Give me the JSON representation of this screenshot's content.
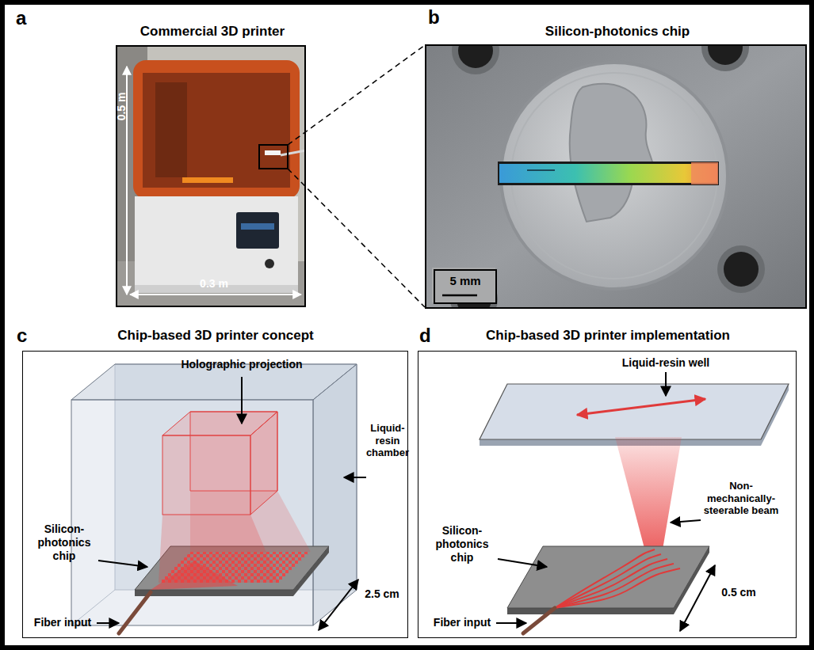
{
  "diagram": {
    "nodes": [
      {
        "text": [
          "a",
          "Commercial 3D printer"
        ]
      },
      {
        "text": [
          "b",
          "Silicon-photonics chip"
        ]
      },
      {
        "text": [
          "5 mm"
        ],
        "in": 1
      },
      {
        "text": [
          "c",
          "Chip-based 3D printer concept"
        ]
      },
      {
        "text": [
          "d",
          "Chip-based 3D printer implementation"
        ]
      }
    ],
    "labels": [
      "0.5 m",
      "0.3 m",
      "Holographic projection",
      "Liquid-resin chamber",
      "Silicon-photonics chip",
      "Fiber input",
      "2.5 cm",
      "Liquid-resin well",
      "Non-mechanically-steerable beam",
      "Silicon-photonics chip",
      "Fiber input",
      "0.5 cm"
    ]
  }
}
